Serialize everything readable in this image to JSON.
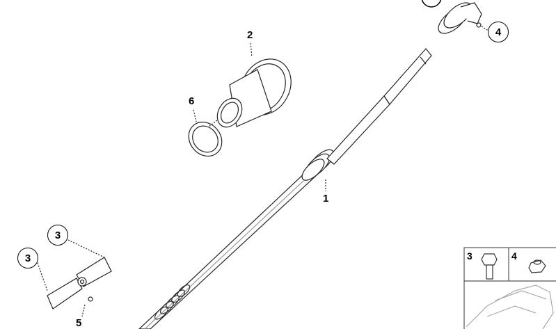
{
  "callouts": {
    "shaft": "1",
    "boot": "2",
    "joint_bolt_a": "3",
    "joint_bolt_b": "3",
    "top_nut": "4",
    "universal_joint": "5",
    "ring": "6"
  },
  "inset": {
    "bolt_label": "3",
    "nut_label": "4"
  }
}
